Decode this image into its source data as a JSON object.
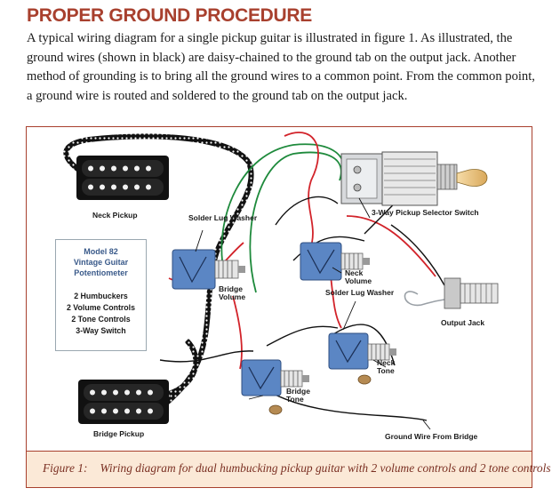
{
  "header": {
    "title": "PROPER GROUND PROCEDURE",
    "intro": "A typical wiring diagram for a single pickup guitar is illustrated in figure 1. As illustrated, the ground wires (shown in black) are daisy-chained to the ground tab on the output jack. Another method of grounding is to bring all the ground wires to a common point. From the common point, a ground wire is routed and soldered to the ground tab on the output jack."
  },
  "diagram": {
    "labels": {
      "neck_pickup": "Neck Pickup",
      "bridge_pickup": "Bridge Pickup",
      "solder_lug_washer_1": "Solder Lug Washer",
      "solder_lug_washer_2": "Solder Lug Washer",
      "selector_switch": "3-Way Pickup Selector Switch",
      "bridge_volume_1": "Bridge",
      "bridge_volume_2": "Volume",
      "neck_volume_1": "Neck",
      "neck_volume_2": "Volume",
      "output_jack": "Output Jack",
      "neck_tone_1": "Neck",
      "neck_tone_2": "Tone",
      "bridge_tone_1": "Bridge",
      "bridge_tone_2": "Tone",
      "ground_wire": "Ground Wire From Bridge"
    },
    "info_box": {
      "heading": [
        "Model 82",
        "Vintage Guitar",
        "Potentiometer"
      ],
      "items": [
        "2 Humbuckers",
        "2 Volume Controls",
        "2 Tone Controls",
        "3-Way Switch"
      ]
    },
    "colors": {
      "accent": "#a8402e",
      "pot_body": "#5b86c4",
      "wire_red": "#d2232a",
      "wire_green": "#1e8a3c",
      "wire_black": "#111111",
      "caption_band": "#fbe9d7"
    }
  },
  "caption": {
    "figure": "Figure 1:",
    "text": "Wiring diagram for dual humbucking pickup guitar with 2 volume controls and 2 tone controls"
  }
}
